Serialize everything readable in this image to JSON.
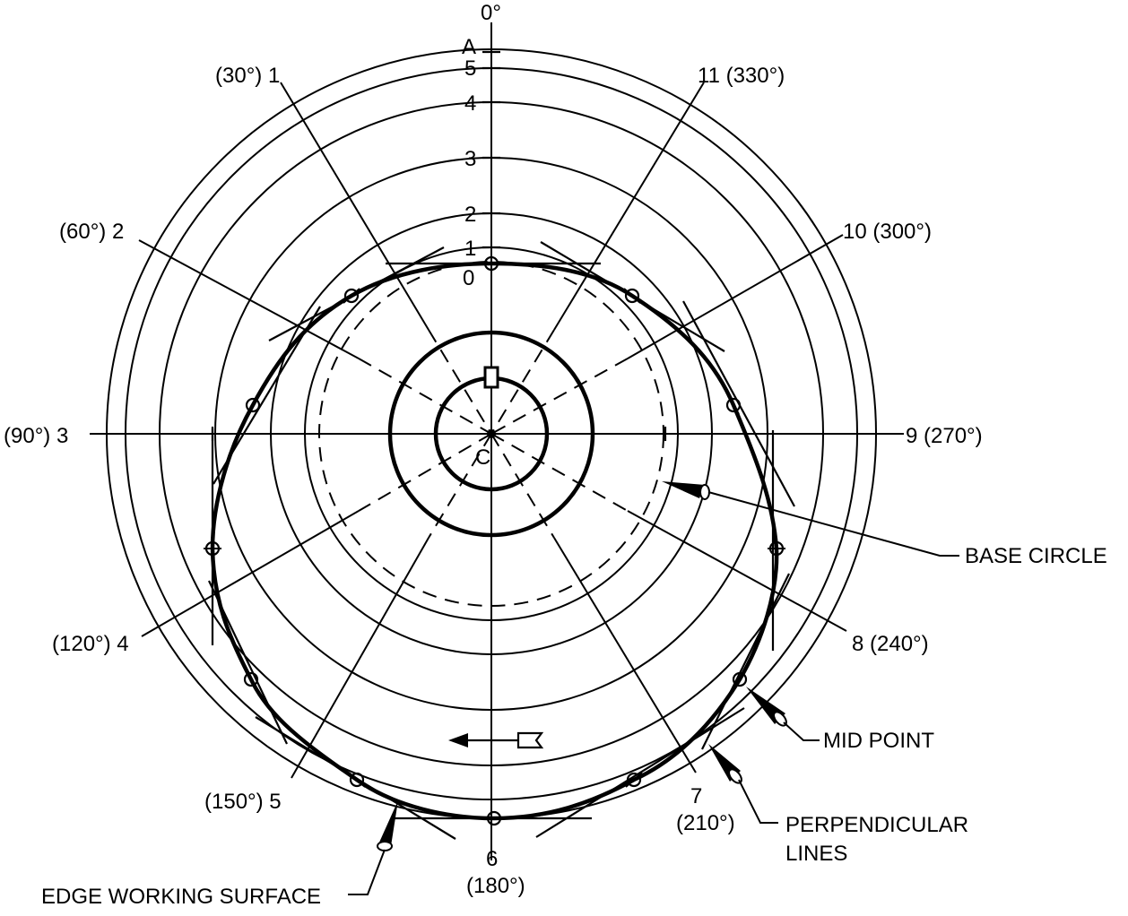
{
  "labels": {
    "top_angle": "0°",
    "point_a": "A",
    "center_c": "C",
    "scale": [
      "0",
      "1",
      "2",
      "3",
      "4",
      "5"
    ],
    "divisions": {
      "d1": "(30°) 1",
      "d2": "(60°) 2",
      "d3": "(90°) 3",
      "d4": "(120°) 4",
      "d5": "(150°) 5",
      "d6_num": "6",
      "d6_deg": "(180°)",
      "d7_num": "7",
      "d7_deg": "(210°)",
      "d8": "8 (240°)",
      "d9": "9 (270°)",
      "d10": "10 (300°)",
      "d11": "11 (330°)"
    }
  },
  "callouts": {
    "base_circle": "BASE CIRCLE",
    "mid_point": "MID POINT",
    "perpendicular_1": "PERPENDICULAR",
    "perpendicular_2": "LINES",
    "edge_working_surface": "EDGE WORKING SURFACE"
  }
}
